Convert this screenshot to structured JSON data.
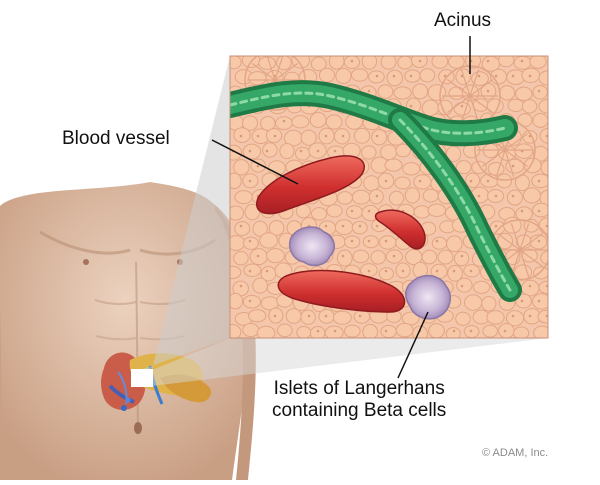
{
  "labels": {
    "acinus": "Acinus",
    "blood_vessel": "Blood vessel",
    "islets_line1": "Islets of Langerhans",
    "islets_line2": "containing Beta cells"
  },
  "copyright": "© ADAM, Inc.",
  "colors": {
    "tissue_bg": "#f4c6ab",
    "cell_fill": "#f7c9a8",
    "cell_stroke": "#e2a585",
    "duct_green": "#2e9a5a",
    "vessel_red": "#d63a3a",
    "islet_purple": "#b9a4c8",
    "skin": "#d9b69c"
  }
}
